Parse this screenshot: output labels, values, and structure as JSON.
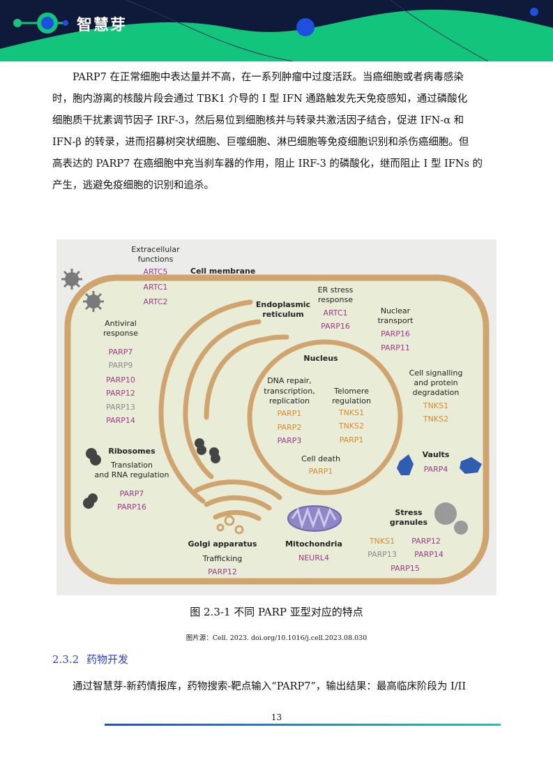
{
  "header": {
    "logo_text": "智慧芽",
    "colors": {
      "navy": "#0f1a3a",
      "green": "#13c47d",
      "blue": "#1f4fe0"
    }
  },
  "body": {
    "paragraph1_lines": [
      "PARP7 在正常细胞中表达量并不高，在一系列肿瘤中过度活跃。当癌细胞或者病毒感染",
      "时，胞内游离的核酸片段会通过 TBK1 介导的 I 型 IFN 通路触发先天免疫感知，通过磷酸化",
      "细胞质干扰素调节因子 IRF-3，然后易位到细胞核并与转录共激活因子结合，促进 IFN-α 和",
      "IFN-β 的转录，进而招募树突状细胞、巨噬细胞、淋巴细胞等免疫细胞识别和杀伤癌细胞。但",
      "高表达的 PARP7 在癌细胞中充当刹车器的作用，阻止 IRF-3 的磷酸化，继而阻止 I 型 IFNs 的",
      "产生，逃避免疫细胞的识别和追杀。"
    ]
  },
  "figure": {
    "extracellular": {
      "title1": "Extracellular",
      "title2": "functions",
      "items": [
        "ARTC5",
        "ARTC1",
        "ARTC2"
      ]
    },
    "cell_membrane": "Cell membrane",
    "antiviral": {
      "title1": "Antiviral",
      "title2": "response",
      "items": [
        "PARP7",
        "PARP9",
        "PARP10",
        "PARP12",
        "PARP13",
        "PARP14"
      ]
    },
    "er": {
      "title1": "Endoplasmic",
      "title2": "reticulum"
    },
    "er_stress": {
      "title1": "ER stress",
      "title2": "response",
      "items": [
        "ARTC1",
        "PARP16"
      ]
    },
    "nuclear_transport": {
      "title1": "Nuclear",
      "title2": "transport",
      "items": [
        "PARP16",
        "PARP11"
      ]
    },
    "nucleus": "Nucleus",
    "dna_repair": {
      "title1": "DNA repair,",
      "title2": "transcription,",
      "title3": "replication",
      "items": [
        "PARP1",
        "PARP2",
        "PARP3"
      ]
    },
    "telomere": {
      "title1": "Telomere",
      "title2": "regulation",
      "items": [
        "TNKS1",
        "TNKS2",
        "PARP1"
      ]
    },
    "cell_death": {
      "title": "Cell death",
      "items": [
        "PARP1"
      ]
    },
    "cell_signalling": {
      "title1": "Cell signalling",
      "title2": "and protein",
      "title3": "degradation",
      "items": [
        "TNKS1",
        "TNKS2"
      ]
    },
    "ribosomes": {
      "title": "Ribosomes",
      "sub1": "Translation",
      "sub2": "and RNA regulation",
      "items": [
        "PARP7",
        "PARP16"
      ]
    },
    "vaults": {
      "title": "Vaults",
      "items": [
        "PARP4"
      ]
    },
    "stress_granules": {
      "title1": "Stress",
      "title2": "granules",
      "items": [
        "TNKS1",
        "PARP12",
        "PARP13",
        "PARP14",
        "PARP15"
      ]
    },
    "golgi": {
      "title": "Golgi apparatus",
      "sub": "Trafficking",
      "items": [
        "PARP12"
      ]
    },
    "mitochondria": {
      "title": "Mitochondria",
      "items": [
        "NEURL4"
      ]
    },
    "colors": {
      "purple": "#9b3a86",
      "gray": "#8a8a8a",
      "orange": "#d88a2e",
      "membrane": "#d0a46f",
      "cell_fill": "#e9ecd6",
      "vault_blue": "#2f5db0"
    }
  },
  "caption": "图 2.3-1 不同 PARP 亚型对应的特点",
  "source": "图片源：Cell. 2023. doi.org/10.1016/j.cell.2023.08.030",
  "section": {
    "number": "2.3.2",
    "title": "药物开发"
  },
  "paragraph2": "通过智慧芽-新药情报库，药物搜索-靶点输入“PARP7”，输出结果：最高临床阶段为 I/II",
  "page_number": "13"
}
